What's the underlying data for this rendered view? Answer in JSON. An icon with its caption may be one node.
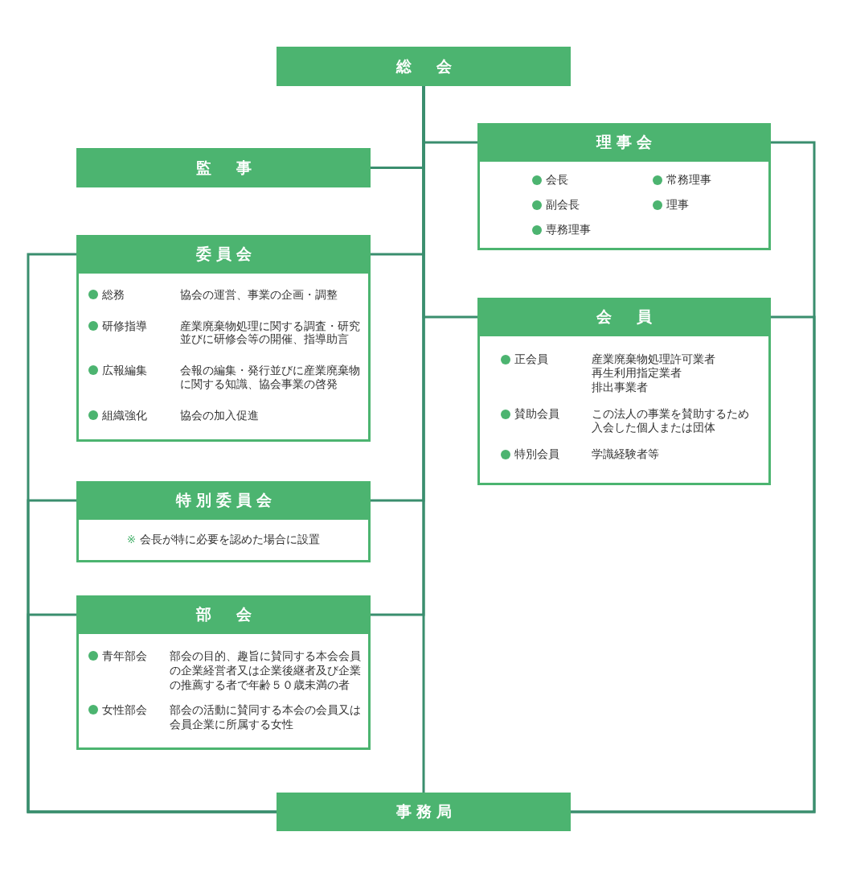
{
  "diagram": {
    "nodes": [
      {
        "text": [
          "総　会"
        ]
      },
      {
        "text": [
          "理事会",
          "会長",
          "副会長",
          "専務理事",
          "常務理事",
          "理事"
        ]
      },
      {
        "text": [
          "監　事"
        ]
      },
      {
        "text": [
          "委員会",
          "総務",
          "協会の運営、事業の企画・調整",
          "研修指導",
          "産業廃棄物処理に関する調査・研究並びに研修会等の開催、指導助言",
          "広報編集",
          "会報の編集・発行並びに産業廃棄物に関する知識、協会事業の啓発",
          "組織強化",
          "協会の加入促進"
        ]
      },
      {
        "text": [
          "会　員",
          "正会員",
          "産業廃棄物処理許可業者",
          "再生利用指定業者",
          "排出事業者",
          "賛助会員",
          "この法人の事業を賛助するため入会した個人または団体",
          "特別会員",
          "学識経験者等"
        ]
      },
      {
        "text": [
          "特別委員会",
          "※",
          "会長が特に必要を認めた場合に設置"
        ]
      },
      {
        "text": [
          "部　会",
          "青年部会",
          "部会の目的、趣旨に賛同する本会会員の企業経営者又は企業後継者及び企業の推薦する者で年齢５０歳未満の者",
          "女性部会",
          "部会の活動に賛同する本会の会員又は会員企業に所属する女性"
        ]
      },
      {
        "text": [
          "事務局"
        ]
      }
    ],
    "edges": [
      {
        "from": 0,
        "to": 1,
        "arrow": "none"
      },
      {
        "from": 0,
        "to": 2,
        "arrow": "none"
      },
      {
        "from": 0,
        "to": 3,
        "arrow": "none"
      },
      {
        "from": 0,
        "to": 4,
        "arrow": "none"
      },
      {
        "from": 0,
        "to": 5,
        "arrow": "none"
      },
      {
        "from": 0,
        "to": 6,
        "arrow": "none"
      },
      {
        "from": 0,
        "to": 7,
        "arrow": "none"
      },
      {
        "from": 3,
        "to": 7,
        "arrow": "none"
      },
      {
        "from": 5,
        "to": 7,
        "arrow": "none"
      },
      {
        "from": 6,
        "to": 7,
        "arrow": "none"
      },
      {
        "from": 1,
        "to": 7,
        "arrow": "none"
      },
      {
        "from": 4,
        "to": 7,
        "arrow": "none"
      }
    ]
  }
}
